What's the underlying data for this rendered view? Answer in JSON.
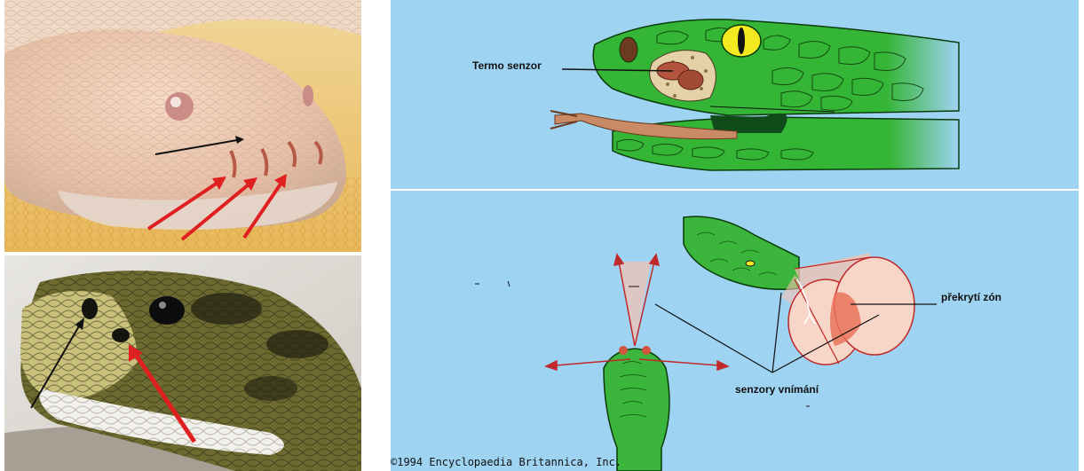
{
  "figure": {
    "top_diagram": {
      "label_thermo_sensor": "Termo senzor"
    },
    "bottom_diagram": {
      "label_zone_overlap": "překrytí zón",
      "label_perception_sensors": "senzory vnímání",
      "copyright": "©1994 Encyclopaedia Britannica, Inc."
    },
    "colors": {
      "diagram_background": "#9ed3f2",
      "snake_green": "#3bb53b",
      "pointer_red": "#e02020",
      "pointer_black": "#111111",
      "albino_scales": "#e9c9b3",
      "cone_pink": "#f6c2b0"
    }
  }
}
